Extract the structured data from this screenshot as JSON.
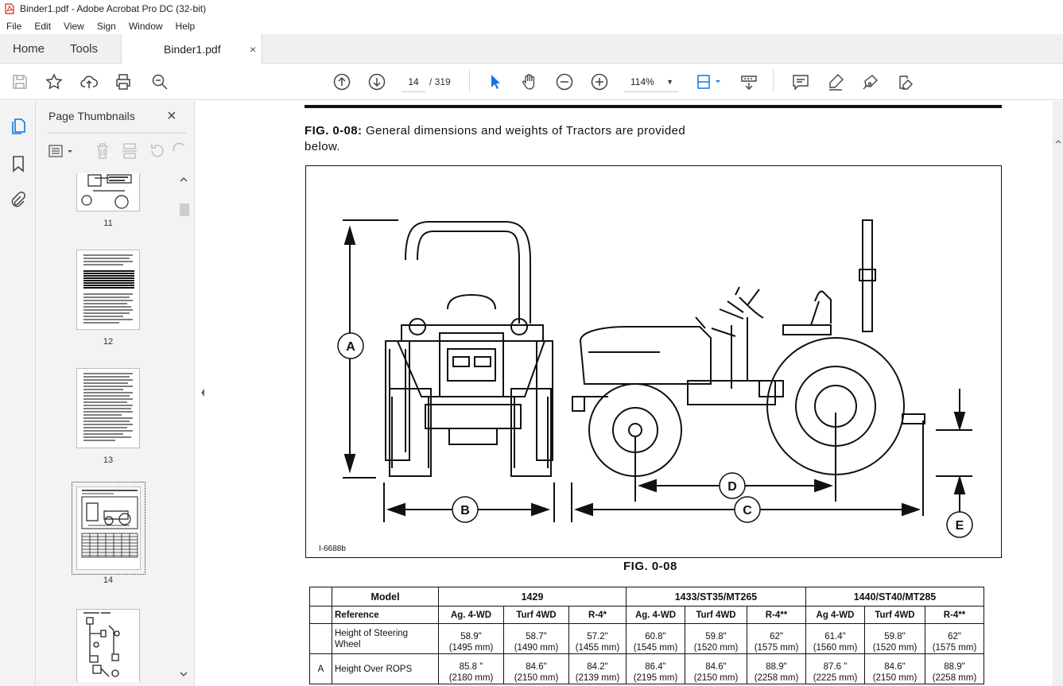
{
  "window": {
    "title": "Binder1.pdf - Adobe Acrobat Pro DC (32-bit)"
  },
  "menu": [
    "File",
    "Edit",
    "View",
    "Sign",
    "Window",
    "Help"
  ],
  "tabs": {
    "home": "Home",
    "tools": "Tools",
    "document": "Binder1.pdf",
    "close": "×"
  },
  "toolbar": {
    "page_current": "14",
    "page_total": "/ 319",
    "zoom": "114%",
    "zoom_caret": "▼"
  },
  "panel": {
    "title": "Page Thumbnails",
    "close": "×",
    "thumbnails": [
      {
        "label": "11"
      },
      {
        "label": "12"
      },
      {
        "label": "13"
      },
      {
        "label": "14",
        "selected": true
      },
      {
        "label": ""
      }
    ]
  },
  "document": {
    "heading_bold": "FIG. 0-08:",
    "heading_text": "General dimensions and weights of Tractors are provided below.",
    "figure_id": "I-6688b",
    "figure_caption": "FIG. 0-08",
    "dimension_labels": [
      "A",
      "B",
      "C",
      "D",
      "E"
    ],
    "table": {
      "model_label": "Model",
      "reference_label": "Reference",
      "models": [
        "1429",
        "1433/ST35/MT265",
        "1440/ST40/MT285"
      ],
      "columns": [
        "Ag. 4-WD",
        "Turf 4WD",
        "R-4*",
        "Ag. 4-WD",
        "Turf 4WD",
        "R-4**",
        "Ag 4-WD",
        "Turf 4WD",
        "R-4**"
      ],
      "rows": [
        {
          "key": "",
          "label": "Height of Steering Wheel",
          "values": [
            [
              "58.9\"",
              "(1495 mm)"
            ],
            [
              "58.7\"",
              "(1490 mm)"
            ],
            [
              "57.2\"",
              "(1455 mm)"
            ],
            [
              "60.8\"",
              "(1545 mm)"
            ],
            [
              "59.8\"",
              "(1520 mm)"
            ],
            [
              "62\"",
              "(1575 mm)"
            ],
            [
              "61.4\"",
              "(1560 mm)"
            ],
            [
              "59.8\"",
              "(1520 mm)"
            ],
            [
              "62\"",
              "(1575 mm)"
            ]
          ]
        },
        {
          "key": "A",
          "label": "Height Over ROPS",
          "values": [
            [
              "85.8 \"",
              "(2180 mm)"
            ],
            [
              "84.6\"",
              "(2150 mm)"
            ],
            [
              "84.2\"",
              "(2139 mm)"
            ],
            [
              "86.4\"",
              "(2195 mm)"
            ],
            [
              "84.6\"",
              "(2150 mm)"
            ],
            [
              "88.9\"",
              "(2258 mm)"
            ],
            [
              "87.6 \"",
              "(2225 mm)"
            ],
            [
              "84.6\"",
              "(2150 mm)"
            ],
            [
              "88.9\"",
              "(2258 mm)"
            ]
          ]
        }
      ]
    }
  },
  "colors": {
    "acrobat_red": "#d9221c",
    "accent_blue": "#1473e6"
  }
}
